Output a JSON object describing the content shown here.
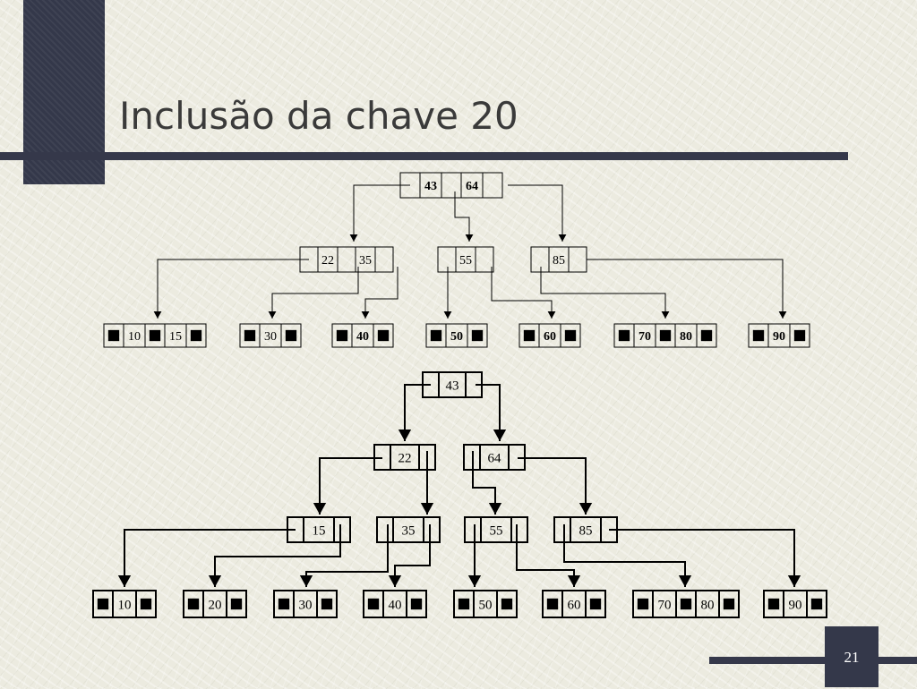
{
  "slide": {
    "title": "Inclusão da chave 20",
    "page_number": "21"
  },
  "tree_before": {
    "root": [
      "43",
      "64"
    ],
    "internal": [
      [
        "22",
        "35"
      ],
      [
        "55"
      ],
      [
        "85"
      ]
    ],
    "leaves": [
      [
        "10",
        "15"
      ],
      [
        "30"
      ],
      [
        "40"
      ],
      [
        "50"
      ],
      [
        "60"
      ],
      [
        "70",
        "80"
      ],
      [
        "90"
      ]
    ]
  },
  "tree_after": {
    "root": [
      "43"
    ],
    "level1": [
      [
        "22"
      ],
      [
        "64"
      ]
    ],
    "level2": [
      [
        "15"
      ],
      [
        "35"
      ],
      [
        "55"
      ],
      [
        "85"
      ]
    ],
    "leaves": [
      [
        "10"
      ],
      [
        "20"
      ],
      [
        "30"
      ],
      [
        "40"
      ],
      [
        "50"
      ],
      [
        "60"
      ],
      [
        "70",
        "80"
      ],
      [
        "90"
      ]
    ]
  }
}
